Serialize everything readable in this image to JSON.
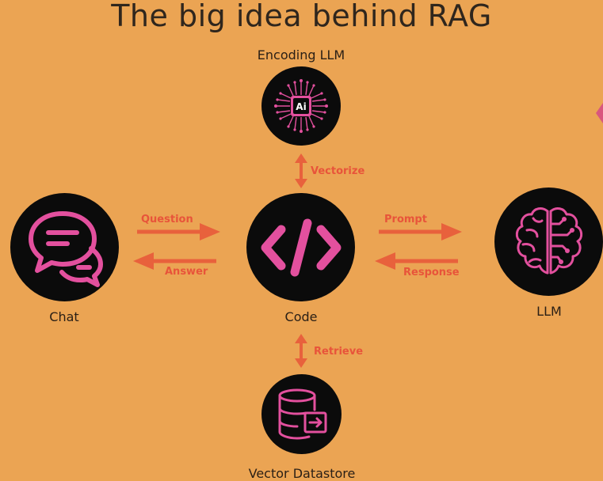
{
  "title": "The big idea behind RAG",
  "nodes": {
    "encoding_llm": "Encoding LLM",
    "chat": "Chat",
    "code": "Code",
    "llm": "LLM",
    "vector_datastore": "Vector Datastore"
  },
  "edges": {
    "vectorize": "Vectorize",
    "question": "Question",
    "answer": "Answer",
    "prompt": "Prompt",
    "response": "Response",
    "retrieve": "Retrieve"
  },
  "encoding_icon_text": "Ai",
  "colors": {
    "background": "#EBA453",
    "node_fill": "#0b0b0b",
    "icon": "#E3509E",
    "arrow": "#E8613C"
  }
}
